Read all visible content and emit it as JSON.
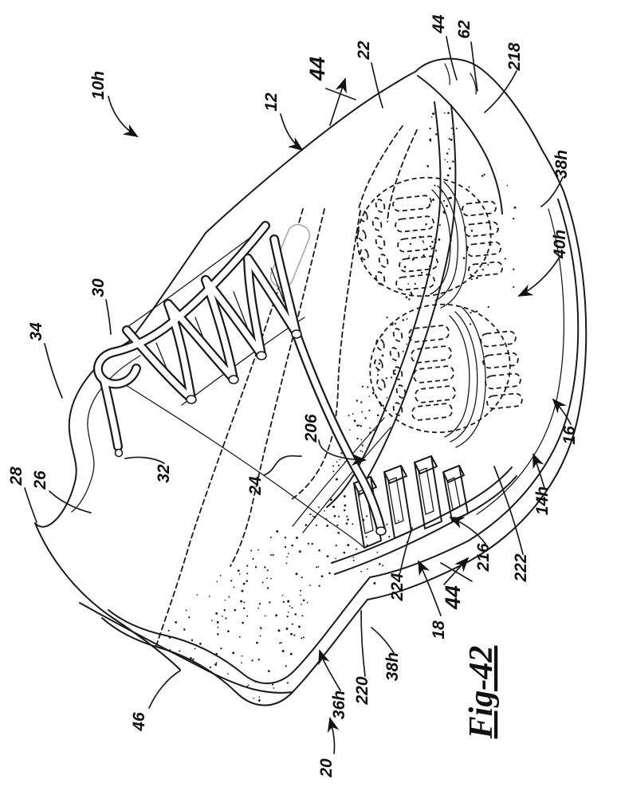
{
  "figure": {
    "label": "Fig-42"
  },
  "reference_labels": [
    {
      "id": "10h",
      "text": "10h"
    },
    {
      "id": "12",
      "text": "12"
    },
    {
      "id": "44-top",
      "text": "44"
    },
    {
      "id": "22",
      "text": "22"
    },
    {
      "id": "44-heel",
      "text": "44"
    },
    {
      "id": "62",
      "text": "62"
    },
    {
      "id": "218",
      "text": "218"
    },
    {
      "id": "38h-right",
      "text": "38h"
    },
    {
      "id": "40h",
      "text": "40h"
    },
    {
      "id": "16",
      "text": "16"
    },
    {
      "id": "14h",
      "text": "14h"
    },
    {
      "id": "222",
      "text": "222"
    },
    {
      "id": "216",
      "text": "216"
    },
    {
      "id": "44-bottom",
      "text": "44"
    },
    {
      "id": "18",
      "text": "18"
    },
    {
      "id": "224",
      "text": "224"
    },
    {
      "id": "38h-bottom",
      "text": "38h"
    },
    {
      "id": "220",
      "text": "220"
    },
    {
      "id": "36h",
      "text": "36h"
    },
    {
      "id": "20",
      "text": "20"
    },
    {
      "id": "46",
      "text": "46"
    },
    {
      "id": "34",
      "text": "34"
    },
    {
      "id": "30",
      "text": "30"
    },
    {
      "id": "32",
      "text": "32"
    },
    {
      "id": "28",
      "text": "28"
    },
    {
      "id": "26",
      "text": "26"
    },
    {
      "id": "206",
      "text": "206"
    },
    {
      "id": "24",
      "text": "24"
    }
  ],
  "style": {
    "ink": "#1a1a1a",
    "paper": "#ffffff",
    "tongue_tab": "#a9a9a9"
  }
}
